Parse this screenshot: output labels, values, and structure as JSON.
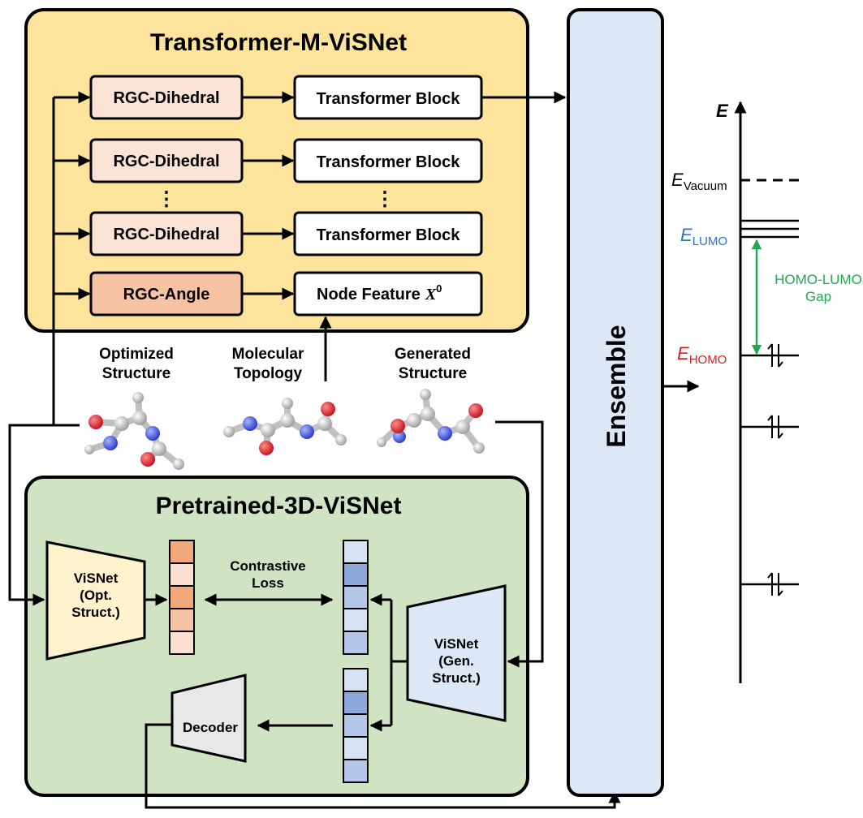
{
  "transformer": {
    "title": "Transformer-M-ViSNet",
    "rgc_dihedral": "RGC-Dihedral",
    "rgc_angle": "RGC-Angle",
    "transformer_block": "Transformer Block",
    "node_feature_text": "Node Feature",
    "node_feature_var": "X",
    "node_feature_sup": "0",
    "ellipsis": "⋮"
  },
  "structures": {
    "optimized_line1": "Optimized",
    "optimized_line2": "Structure",
    "topology_line1": "Molecular",
    "topology_line2": "Topology",
    "generated_line1": "Generated",
    "generated_line2": "Structure"
  },
  "pretrained": {
    "title": "Pretrained-3D-ViSNet",
    "visnet_opt": [
      "ViSNet",
      "(Opt.",
      "Struct.)"
    ],
    "visnet_gen": [
      "ViSNet",
      "(Gen.",
      "Struct.)"
    ],
    "contrastive_line1": "Contrastive",
    "contrastive_line2": "Loss",
    "decoder": "Decoder"
  },
  "ensemble": {
    "label": "Ensemble"
  },
  "energy": {
    "axis_label": "E",
    "vacuum_main": "E",
    "vacuum_sub": "Vacuum",
    "lumo_main": "E",
    "lumo_sub": "LUMO",
    "homo_main": "E",
    "homo_sub": "HOMO",
    "gap_line1": "HOMO-LUMO",
    "gap_line2": "Gap"
  },
  "colors": {
    "transformer_bg": "#fde49c",
    "pretrained_bg": "#d0e4c4",
    "ensemble_bg": "#dce8f5",
    "rgc_dihedral_fill": "#fbe4d6",
    "rgc_angle_fill": "#f6c3a3",
    "lumo": "#2e75c5",
    "homo": "#e02020",
    "gap": "#22a850",
    "opt_vec_dark": "#f1a97c",
    "opt_vec_light": "#fbdfd0",
    "gen_vec_dark": "#8ea9db",
    "gen_vec_light": "#d6e1f3",
    "visnet_opt_fill": "#fff2cc",
    "visnet_gen_fill": "#dce8f5",
    "decoder_fill": "#e8e8e8"
  }
}
